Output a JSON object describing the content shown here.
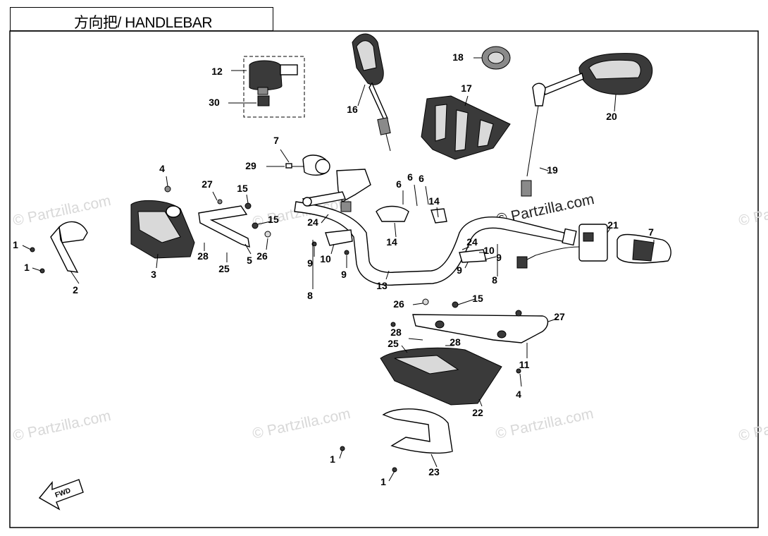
{
  "diagram": {
    "title": "方向把/ HANDLEBAR",
    "watermark": "© Partzilla.com",
    "fwd_label": "FWD",
    "callouts": [
      {
        "id": "c1a",
        "label": "1"
      },
      {
        "id": "c1b",
        "label": "1"
      },
      {
        "id": "c1c",
        "label": "1"
      },
      {
        "id": "c1d",
        "label": "1"
      },
      {
        "id": "c2",
        "label": "2"
      },
      {
        "id": "c3",
        "label": "3"
      },
      {
        "id": "c4a",
        "label": "4"
      },
      {
        "id": "c4b",
        "label": "4"
      },
      {
        "id": "c5",
        "label": "5"
      },
      {
        "id": "c6a",
        "label": "6"
      },
      {
        "id": "c6b",
        "label": "6"
      },
      {
        "id": "c6c",
        "label": "6"
      },
      {
        "id": "c7a",
        "label": "7"
      },
      {
        "id": "c7b",
        "label": "7"
      },
      {
        "id": "c8a",
        "label": "8"
      },
      {
        "id": "c8b",
        "label": "8"
      },
      {
        "id": "c9a",
        "label": "9"
      },
      {
        "id": "c9b",
        "label": "9"
      },
      {
        "id": "c9c",
        "label": "9"
      },
      {
        "id": "c9d",
        "label": "9"
      },
      {
        "id": "c10a",
        "label": "10"
      },
      {
        "id": "c10b",
        "label": "10"
      },
      {
        "id": "c11",
        "label": "11"
      },
      {
        "id": "c12",
        "label": "12"
      },
      {
        "id": "c13",
        "label": "13"
      },
      {
        "id": "c14a",
        "label": "14"
      },
      {
        "id": "c14b",
        "label": "14"
      },
      {
        "id": "c15a",
        "label": "15"
      },
      {
        "id": "c15b",
        "label": "15"
      },
      {
        "id": "c15c",
        "label": "15"
      },
      {
        "id": "c16",
        "label": "16"
      },
      {
        "id": "c17",
        "label": "17"
      },
      {
        "id": "c18",
        "label": "18"
      },
      {
        "id": "c19",
        "label": "19"
      },
      {
        "id": "c20",
        "label": "20"
      },
      {
        "id": "c21",
        "label": "21"
      },
      {
        "id": "c22",
        "label": "22"
      },
      {
        "id": "c23",
        "label": "23"
      },
      {
        "id": "c24a",
        "label": "24"
      },
      {
        "id": "c24b",
        "label": "24"
      },
      {
        "id": "c25a",
        "label": "25"
      },
      {
        "id": "c25b",
        "label": "25"
      },
      {
        "id": "c26a",
        "label": "26"
      },
      {
        "id": "c26b",
        "label": "26"
      },
      {
        "id": "c27a",
        "label": "27"
      },
      {
        "id": "c27b",
        "label": "27"
      },
      {
        "id": "c28a",
        "label": "28"
      },
      {
        "id": "c28b",
        "label": "28"
      },
      {
        "id": "c28c",
        "label": "28"
      },
      {
        "id": "c29",
        "label": "29"
      },
      {
        "id": "c30",
        "label": "30"
      }
    ]
  }
}
